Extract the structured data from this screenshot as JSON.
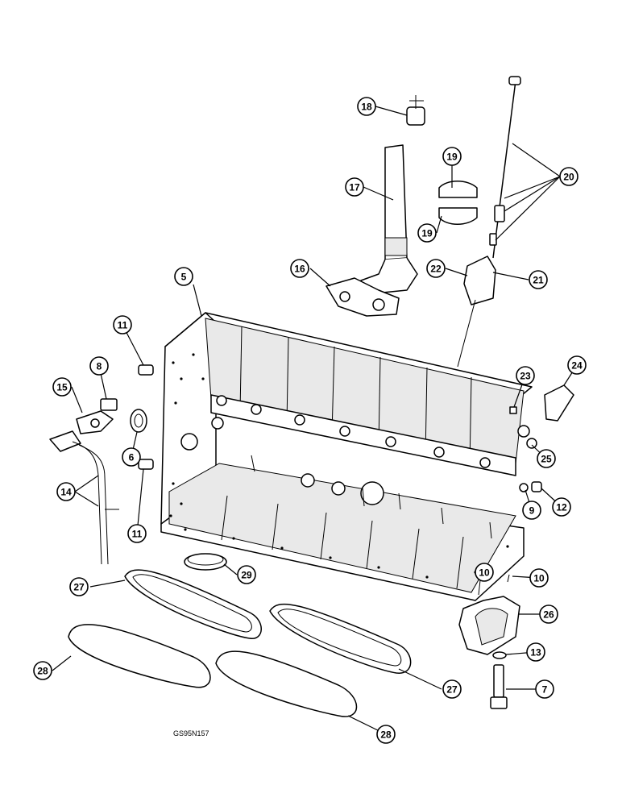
{
  "figure_code": "GS95N157",
  "callouts": [
    {
      "label": "18"
    },
    {
      "label": "17"
    },
    {
      "label": "19"
    },
    {
      "label": "19"
    },
    {
      "label": "20"
    },
    {
      "label": "16"
    },
    {
      "label": "22"
    },
    {
      "label": "21"
    },
    {
      "label": "5"
    },
    {
      "label": "11"
    },
    {
      "label": "8"
    },
    {
      "label": "15"
    },
    {
      "label": "6"
    },
    {
      "label": "14"
    },
    {
      "label": "11"
    },
    {
      "label": "23"
    },
    {
      "label": "24"
    },
    {
      "label": "25"
    },
    {
      "label": "9"
    },
    {
      "label": "12"
    },
    {
      "label": "29"
    },
    {
      "label": "27"
    },
    {
      "label": "10"
    },
    {
      "label": "10"
    },
    {
      "label": "26"
    },
    {
      "label": "13"
    },
    {
      "label": "28"
    },
    {
      "label": "27"
    },
    {
      "label": "7"
    },
    {
      "label": "28"
    }
  ]
}
